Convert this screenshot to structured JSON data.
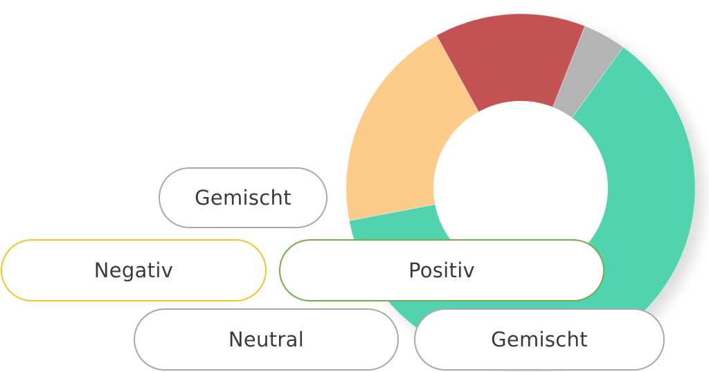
{
  "chart_data": {
    "type": "pie",
    "donut": true,
    "slices": [
      {
        "category": "positive",
        "value": 62,
        "color": "#52d3b0"
      },
      {
        "category": "mixed",
        "value": 20,
        "color": "#fdcb8a"
      },
      {
        "category": "negative",
        "value": 14,
        "color": "#c55252"
      },
      {
        "category": "neutral",
        "value": 4,
        "color": "#b4b4b4"
      }
    ]
  },
  "labels": {
    "mixed_top": "Gemischt",
    "negative": "Negativ",
    "positive": "Positiv",
    "neutral": "Neutral",
    "mixed_bottom": "Gemischt"
  },
  "colors": {
    "negative_border": "#f5c426",
    "positive_border": "#74ad4e",
    "neutral_border": "#a8a8a8",
    "mixed_border": "#a8a8a8",
    "label_text": "#3a3a3a"
  }
}
